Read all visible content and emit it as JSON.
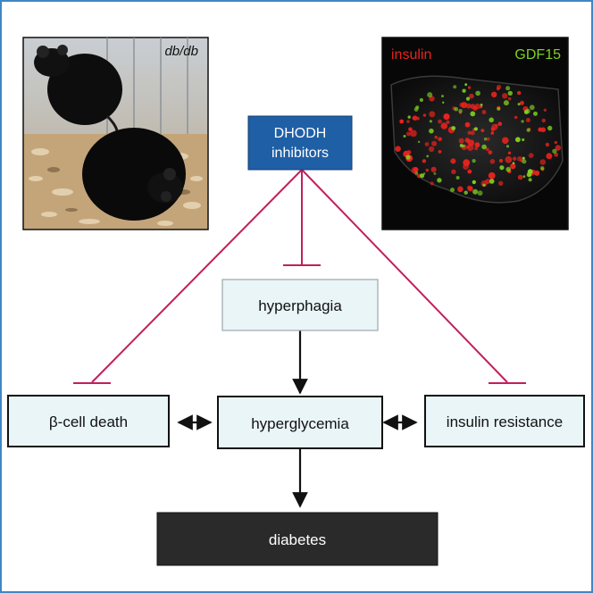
{
  "photo_panel": {
    "caption": "db/db"
  },
  "micrograph_panel": {
    "label_left": "insulin",
    "label_right": "GDF15"
  },
  "nodes": {
    "dhodh": {
      "line1": "DHODH",
      "line2": "inhibitors"
    },
    "hyperphagia": {
      "label": "hyperphagia"
    },
    "beta_cell": {
      "label": "β-cell death"
    },
    "hyperglycemia": {
      "label": "hyperglycemia"
    },
    "insulin_resistance": {
      "label": "insulin resistance"
    },
    "diabetes": {
      "label": "diabetes"
    }
  },
  "colors": {
    "frame": "#3f86c6",
    "dhodh_fill": "#1f5fa6",
    "node_fill": "#eaf5f8",
    "diabetes_fill": "#2a2a2a",
    "inhibit": "#c21f5b",
    "arrow": "#111111",
    "insulin": "#e8231e",
    "gdf15": "#7ed321"
  }
}
